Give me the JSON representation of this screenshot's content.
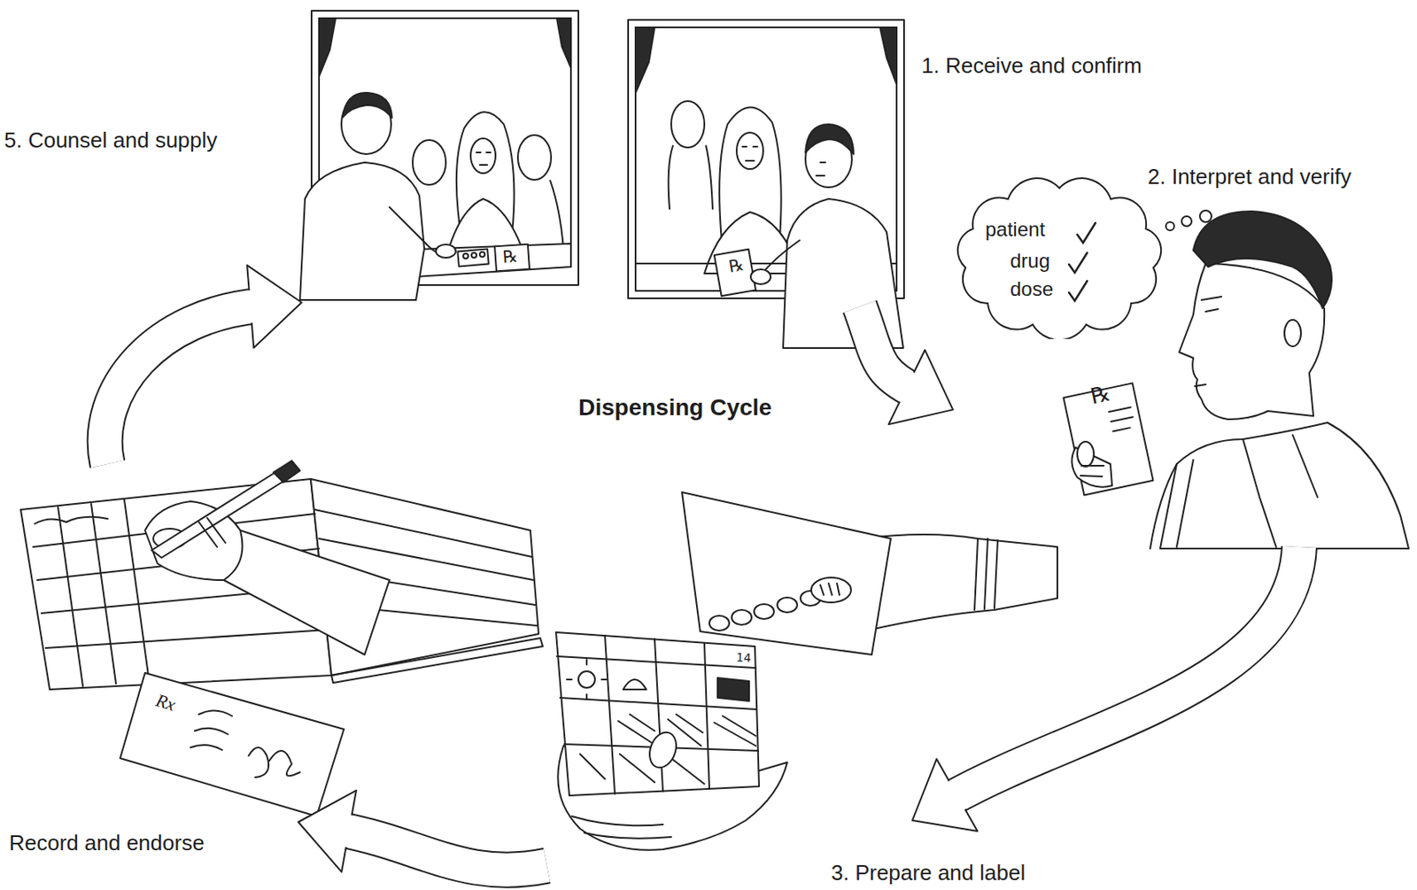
{
  "diagram": {
    "title": "Dispensing Cycle",
    "nodes": [
      {
        "text": [
          "1. Receive and confirm"
        ]
      },
      {
        "text": [
          "2. Interpret and verify"
        ]
      },
      {
        "text": [
          "patient",
          "drug",
          "dose"
        ],
        "in": 1
      },
      {
        "text": [
          "3. Prepare and label"
        ]
      },
      {
        "text": [
          "Record and endorse"
        ]
      },
      {
        "text": [
          "5. Counsel and supply"
        ]
      }
    ],
    "edges": [
      {
        "from": 0,
        "to": 1,
        "arrow": "to"
      },
      {
        "from": 1,
        "to": 3,
        "arrow": "to"
      },
      {
        "from": 3,
        "to": 4,
        "arrow": "to"
      },
      {
        "from": 4,
        "to": 5,
        "arrow": "to"
      }
    ],
    "labels": [
      "℞",
      "℞",
      "℞",
      "14",
      "Rx"
    ]
  }
}
